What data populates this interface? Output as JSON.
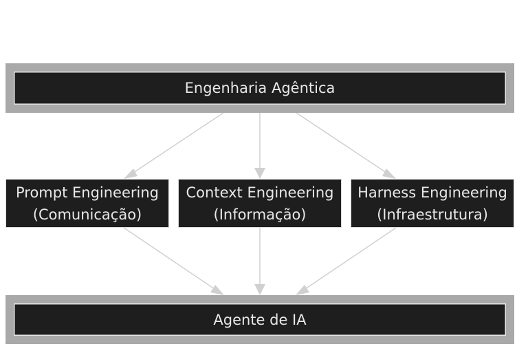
{
  "nodes": {
    "root": {
      "label": "Engenharia Agêntica"
    },
    "prompt": {
      "line1": "Prompt Engineering",
      "line2": "(Comunicação)"
    },
    "context": {
      "line1": "Context Engineering",
      "line2": "(Informação)"
    },
    "harness": {
      "line1": "Harness Engineering",
      "line2": "(Infraestrutura)"
    },
    "agent": {
      "label": "Agente de IA"
    }
  },
  "edges": [
    {
      "from": "root",
      "to": "prompt"
    },
    {
      "from": "root",
      "to": "context"
    },
    {
      "from": "root",
      "to": "harness"
    },
    {
      "from": "prompt",
      "to": "agent"
    },
    {
      "from": "context",
      "to": "agent"
    },
    {
      "from": "harness",
      "to": "agent"
    }
  ],
  "colors": {
    "box_fill": "#1e1e1e",
    "box_text": "#e8e8e8",
    "outer_frame": "#a9a9a9",
    "edge": "#d0d0d0"
  }
}
